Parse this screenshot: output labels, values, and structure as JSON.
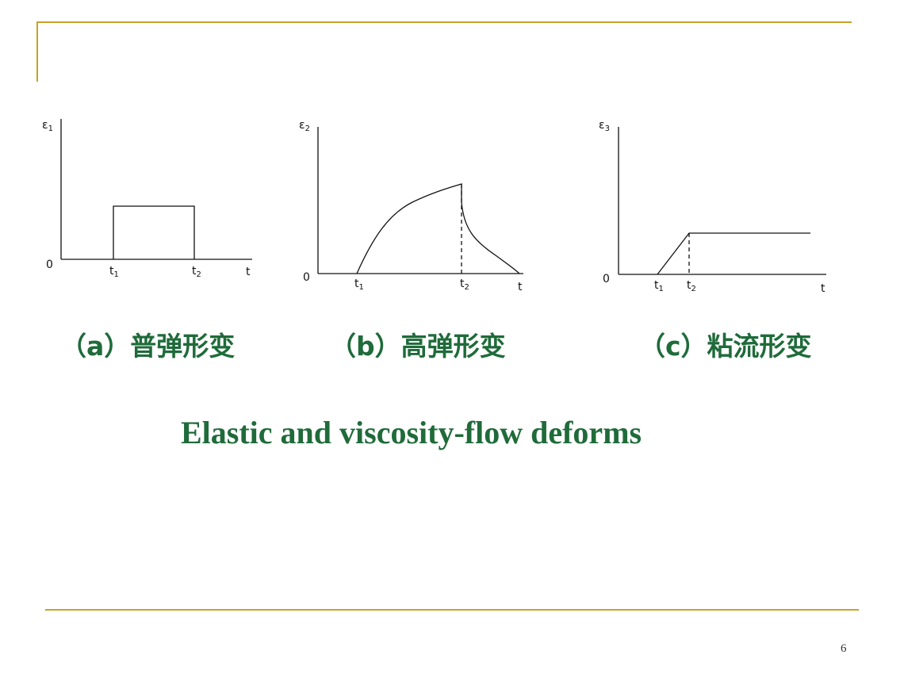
{
  "page_number": "6",
  "diagrams": [
    {
      "y_label": "ε",
      "y_sub": "1",
      "origin": "0",
      "t1_label": "t",
      "t1_sub": "1",
      "t2_label": "t",
      "t2_sub": "2",
      "x_label": "t",
      "caption": "（a）普弹形变"
    },
    {
      "y_label": "ε",
      "y_sub": "2",
      "origin": "0",
      "t1_label": "t",
      "t1_sub": "1",
      "t2_label": "t",
      "t2_sub": "2",
      "x_label": "t",
      "caption": "（b）高弹形变"
    },
    {
      "y_label": "ε",
      "y_sub": "3",
      "origin": "0",
      "t1_label": "t",
      "t1_sub": "1",
      "t2_label": "t",
      "t2_sub": "2",
      "x_label": "t",
      "caption": "（c）粘流形变"
    }
  ],
  "subtitle": "Elastic and viscosity-flow deforms",
  "colors": {
    "frame": "#c9a227",
    "title": "#1f6b3a"
  }
}
